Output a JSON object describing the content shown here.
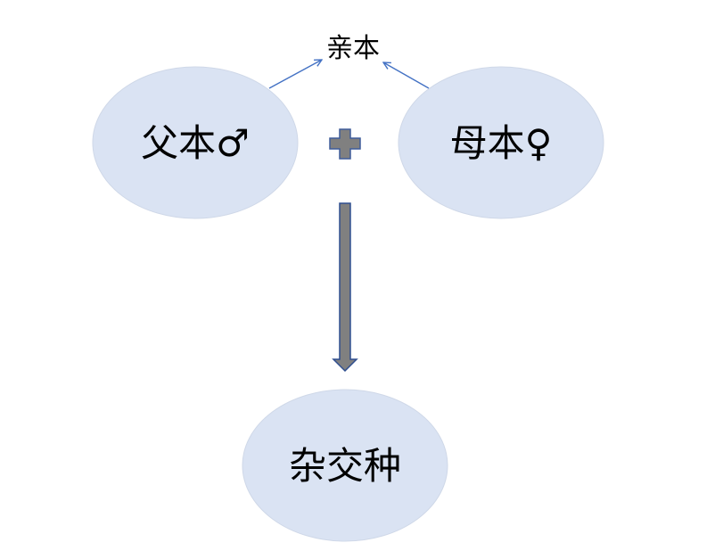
{
  "diagram": {
    "parents_label": "亲本",
    "father_label": "父本♂",
    "mother_label": "母本♀",
    "hybrid_label": "杂交种"
  },
  "colors": {
    "node_fill": "#dae3f3",
    "node_stroke": "#cfd8e8",
    "arrow_blue": "#4472c4",
    "plus_fill": "#808080",
    "plus_stroke": "#3e5c9a",
    "down_arrow_fill": "#808080",
    "down_arrow_stroke": "#2f4e8f"
  }
}
